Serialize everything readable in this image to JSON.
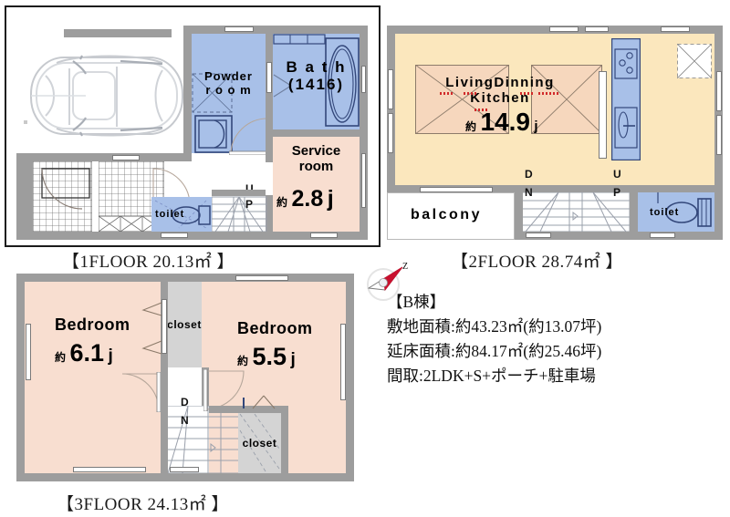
{
  "document": {
    "kind": "real-estate-floor-plan",
    "building_label": "【B棟】"
  },
  "compass": {
    "north_letter": "Z",
    "name": "north-arrow"
  },
  "floor1": {
    "caption_bracket_open": "【",
    "caption": "1FLOOR  20.13",
    "caption_unit": "㎡",
    "caption_sup": "2",
    "caption_bracket_close": "】",
    "full_caption": "【1FLOOR  20.13㎡ 】",
    "rooms": {
      "powder": {
        "line1": "Powder",
        "line2": "r o o m"
      },
      "bath": {
        "line1": "B a t h",
        "line2": "(1416)"
      },
      "service": {
        "line1": "Service",
        "line2": "room",
        "approx": "約",
        "size": "2.8",
        "unit": "j"
      },
      "toilet": {
        "label": "toilet"
      }
    },
    "stairs": {
      "up_u": "U",
      "up_p": "P"
    }
  },
  "floor2": {
    "full_caption": "【2FLOOR  28.74㎡ 】",
    "rooms": {
      "ldk": {
        "line1": "LivingDinning",
        "line2": "Kitchen",
        "approx": "約",
        "size": "14.9",
        "unit": "j"
      },
      "balcony": {
        "label": "balcony"
      },
      "toilet": {
        "label": "toilet"
      }
    },
    "stairs": {
      "down_d": "D",
      "down_n": "N",
      "up_u": "U",
      "up_p": "P"
    }
  },
  "floor3": {
    "full_caption": "【3FLOOR  24.13㎡ 】",
    "rooms": {
      "bedroom_left": {
        "label": "Bedroom",
        "approx": "約",
        "size": "6.1",
        "unit": "j"
      },
      "bedroom_right": {
        "label": "Bedroom",
        "approx": "約",
        "size": "5.5",
        "unit": "j"
      },
      "closet_top": {
        "label": "closet"
      },
      "closet_bottom": {
        "label": "closet"
      }
    },
    "stairs": {
      "down_d": "D",
      "down_n": "N"
    }
  },
  "specs": {
    "building": "【B棟】",
    "site_area": "敷地面積:約43.23㎡(約13.07坪)",
    "floor_area": "延床面積:約84.17㎡(約25.46坪)",
    "layout": "間取:2LDK+S+ポーチ+駐車場"
  },
  "colors": {
    "wet_area": "#a8c0e8",
    "living_room": "#fbe7bd",
    "tatami": "#f6d7bd",
    "bedroom": "#f8ded0",
    "closet": "#d4d4d4",
    "wall": "#9d9d9d"
  }
}
